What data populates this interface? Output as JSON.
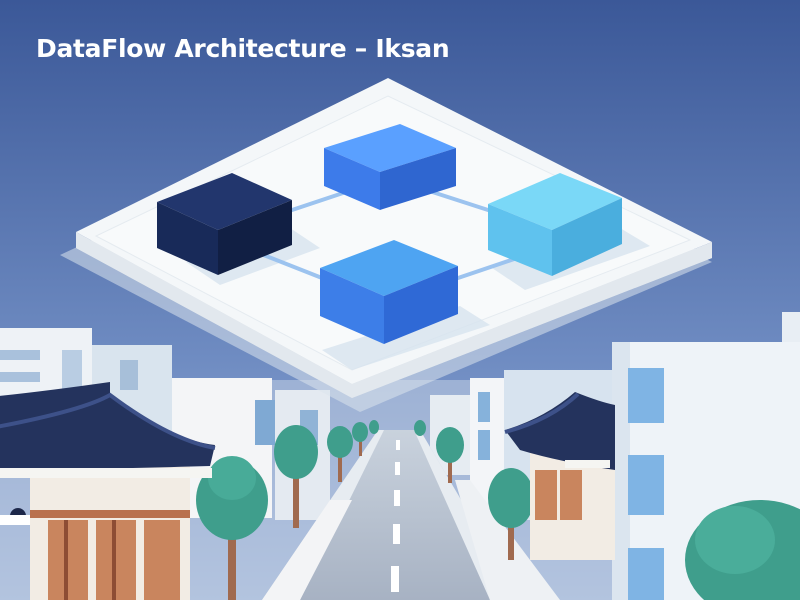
{
  "header": {
    "title": "DataFlow Architecture – Iksan"
  },
  "palette": {
    "sky_top": "#3b5898",
    "sky_bottom": "#8ea6d0",
    "platform": "#f3f6f8",
    "node_dark": "#15275a",
    "node_blue": "#3f82f0",
    "node_cyan": "#5cc6f2",
    "roof": "#24335d",
    "tree": "#3f9e8c",
    "road": "#b3bdcb"
  },
  "icons": {
    "node_shape": "isometric-cube",
    "building_style": "hanok-roof"
  }
}
